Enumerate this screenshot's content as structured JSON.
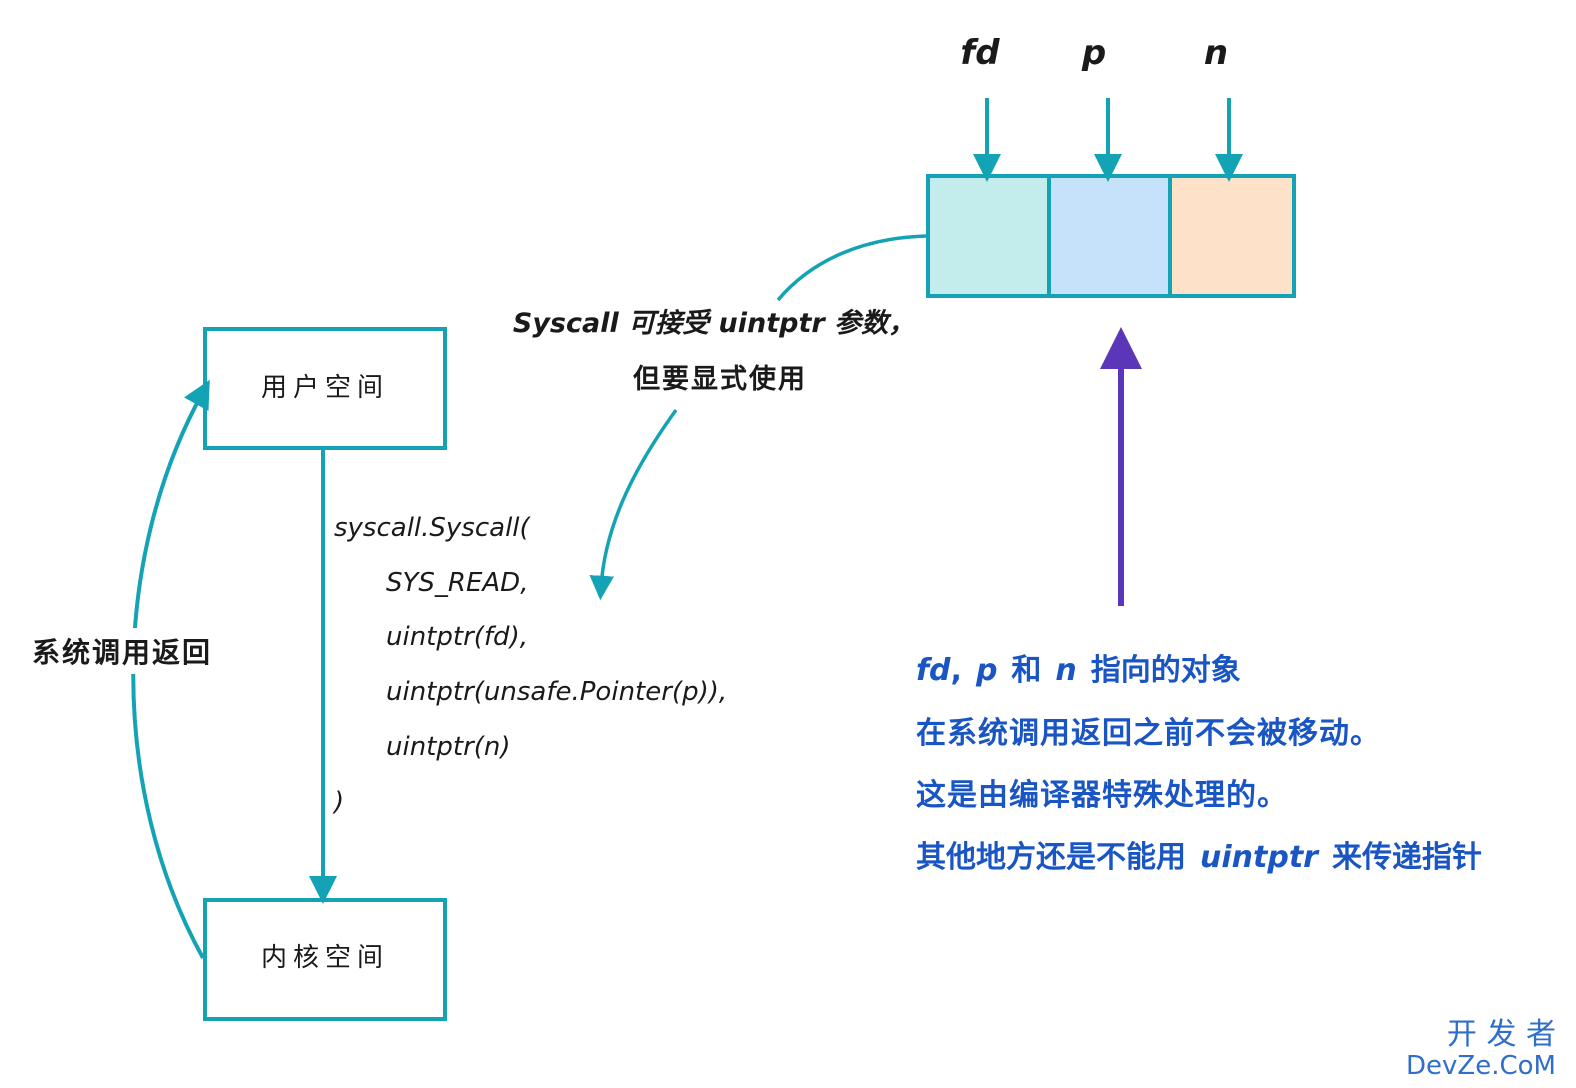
{
  "colors": {
    "teal": "#14a3b5",
    "purple": "#5b36b8",
    "note_blue": "#1a55c4",
    "cell_fd": "#c3ecec",
    "cell_p": "#c6e2fa",
    "cell_n": "#fde1c9",
    "watermark": "#2f6fc9"
  },
  "boxes": {
    "user_space": "用户空间",
    "kernel_space": "内核空间"
  },
  "arrows": {
    "return_label": "系统调用返回"
  },
  "code": {
    "lines": [
      "syscall.Syscall(",
      "SYS_READ,",
      "uintptr(fd),",
      "uintptr(unsafe.Pointer(p)),",
      "uintptr(n)",
      ")"
    ]
  },
  "memory": {
    "labels": [
      "fd",
      "p",
      "n"
    ]
  },
  "callout": {
    "line1": "Syscall 可接受 uintptr 参数，",
    "line2": "但要显式使用"
  },
  "note": {
    "line1_fd": "fd",
    "line1_comma": ",",
    "line1_p": "p",
    "line1_and": "和",
    "line1_n": "n",
    "line1_rest": "指向的对象",
    "line2": "在系统调用返回之前不会被移动。",
    "line3": "这是由编译器特殊处理的。",
    "line4_a": "其他地方还是不能用",
    "line4_b": "uintptr",
    "line4_c": "来传递指针"
  },
  "watermark": {
    "line1": "开 发 者",
    "line2": "DevZe.CoM"
  }
}
